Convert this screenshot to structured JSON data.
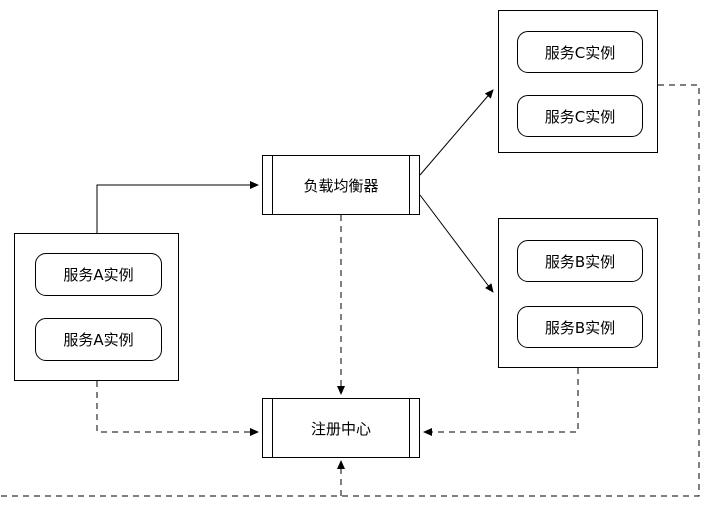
{
  "diagram": {
    "groups": {
      "service_a": {
        "name": "service-a-group",
        "instances": [
          {
            "label": "服务A实例"
          },
          {
            "label": "服务A实例"
          }
        ]
      },
      "service_c": {
        "name": "service-c-group",
        "instances": [
          {
            "label": "服务C实例"
          },
          {
            "label": "服务C实例"
          }
        ]
      },
      "service_b": {
        "name": "service-b-group",
        "instances": [
          {
            "label": "服务B实例"
          },
          {
            "label": "服务B实例"
          }
        ]
      }
    },
    "nodes": {
      "load_balancer": {
        "label": "负载均衡器"
      },
      "registry": {
        "label": "注册中心"
      }
    },
    "edges": [
      {
        "from": "service-a-group",
        "to": "load-balancer",
        "style": "solid",
        "arrow": "end"
      },
      {
        "from": "load-balancer",
        "to": "service-c-group",
        "style": "solid",
        "arrow": "end"
      },
      {
        "from": "load-balancer",
        "to": "service-b-group",
        "style": "solid",
        "arrow": "end"
      },
      {
        "from": "load-balancer",
        "to": "registry",
        "style": "dashed",
        "arrow": "end"
      },
      {
        "from": "service-a-group",
        "to": "registry",
        "style": "dashed",
        "arrow": "end"
      },
      {
        "from": "service-b-group",
        "to": "registry",
        "style": "dashed",
        "arrow": "end"
      },
      {
        "from": "service-c-group",
        "to": "registry",
        "style": "dashed",
        "arrow": "end",
        "route": "around-right-and-bottom"
      }
    ],
    "colors": {
      "stroke": "#000000",
      "background": "#ffffff"
    }
  }
}
